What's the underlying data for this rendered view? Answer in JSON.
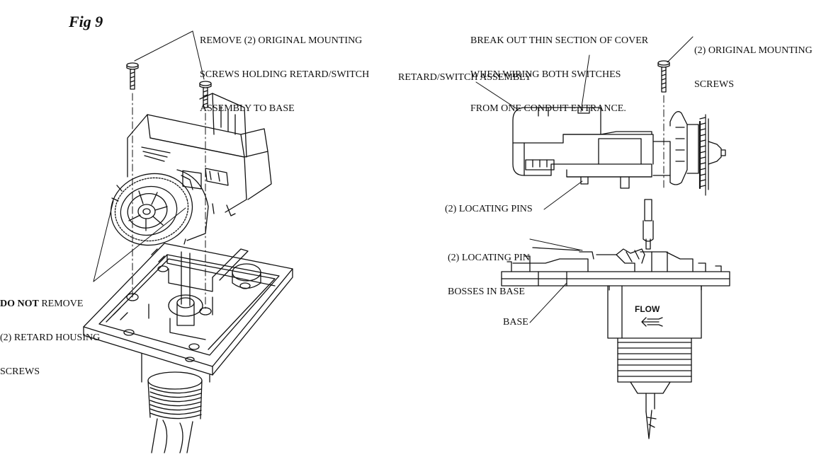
{
  "figure": {
    "label": "Fig 9"
  },
  "left_labels": {
    "remove_screws": [
      "REMOVE (2) ORIGINAL MOUNTING",
      "SCREWS HOLDING RETARD/SWITCH",
      "ASSEMBLY TO BASE"
    ],
    "do_not_strong": "DO NOT",
    "do_not_rest": " REMOVE",
    "retard_screws": [
      "(2) RETARD HOUSING",
      "SCREWS"
    ]
  },
  "right_labels": {
    "breakout": [
      "BREAK OUT THIN SECTION OF COVER",
      "WHEN WIRING BOTH SWITCHES",
      "FROM ONE CONDUIT ENTRANCE."
    ],
    "original_screws": [
      "(2) ORIGINAL MOUNTING",
      "SCREWS"
    ],
    "retard_assembly": "RETARD/SWITCH ASSEMBLY",
    "locating_pins": "(2) LOCATING PINS",
    "pin_bosses": [
      "(2) LOCATING PIN",
      "BOSSES IN BASE"
    ],
    "base": "BASE",
    "flow": "FLOW"
  }
}
